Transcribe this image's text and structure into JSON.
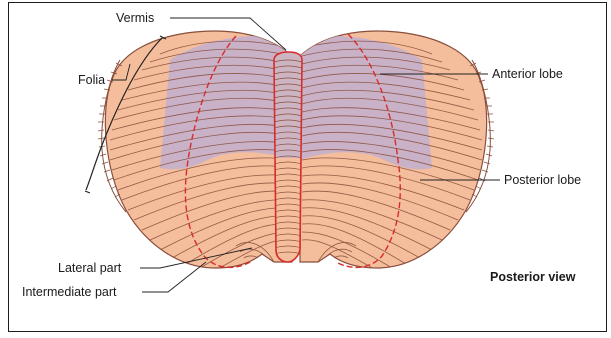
{
  "diagram": {
    "labels": {
      "vermis": "Vermis",
      "folia": "Folia",
      "anterior_lobe": "Anterior lobe",
      "posterior_lobe": "Posterior lobe",
      "lateral_part": "Lateral part",
      "intermediate_part": "Intermediate part",
      "view": "Posterior view"
    },
    "colors": {
      "posterior_lobe_fill": "#f4bd9b",
      "anterior_lobe_fill": "#c9b2c8",
      "folia_lines": "#8a4e3c",
      "boundary_red": "#d82b2b",
      "outline": "#8a4e3c",
      "leader_lines": "#222222"
    }
  }
}
